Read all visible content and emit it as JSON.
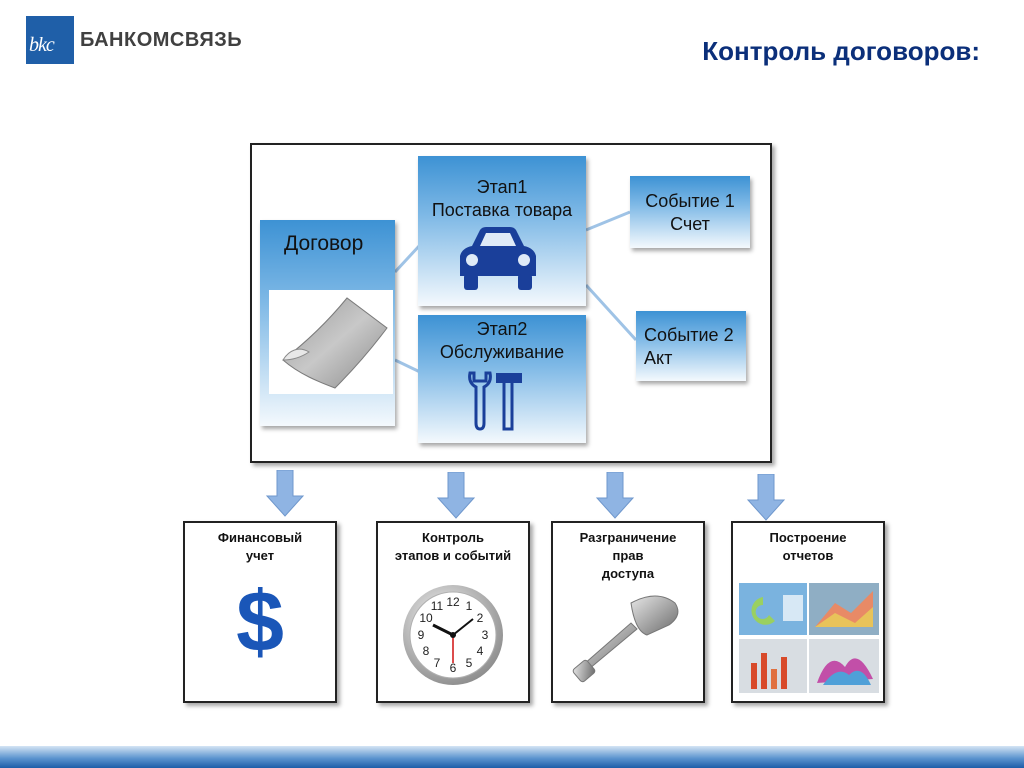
{
  "header": {
    "logo_text": "БАНКОМСВЯЗЬ",
    "logo_mark": "bkc",
    "page_title": "Контроль договоров:"
  },
  "diagram": {
    "contract": {
      "label": "Договор",
      "icon": "document-paper-icon"
    },
    "stage1": {
      "line1": "Этап1",
      "line2": "Поставка товара",
      "icon": "car-icon"
    },
    "stage2": {
      "line1": "Этап2",
      "line2": "Обслуживание",
      "icon": "tools-icon"
    },
    "event1": {
      "line1": "Событие 1",
      "line2": "Счет"
    },
    "event2": {
      "line1": "Событие 2",
      "line2": "Акт"
    }
  },
  "features": [
    {
      "title": "Финансовый\nучет",
      "icon": "dollar-icon",
      "symbol": "$"
    },
    {
      "title": "Контроль\nэтапов и событий",
      "icon": "clock-icon"
    },
    {
      "title": "Разграничение\nправ\nдоступа",
      "icon": "key-icon"
    },
    {
      "title": "Построение\nотчетов",
      "icon": "charts-icon"
    }
  ],
  "colors": {
    "title": "#0b2f7a",
    "box_top": "#3d92d4",
    "dollar": "#1a56b8",
    "arrow": "#8fb4e3"
  }
}
